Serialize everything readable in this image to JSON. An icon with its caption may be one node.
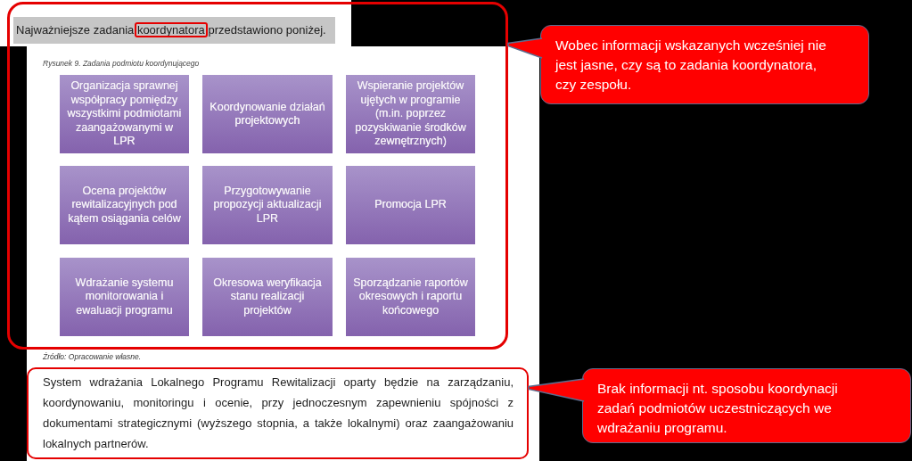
{
  "diagram": {
    "nodes": [
      {
        "text": [],
        "shape": "box"
      },
      {
        "text": [
          "Najważniejsze zadania koordynatora przedstawiono poniżej."
        ],
        "in": 0
      },
      {
        "text": [
          "Organizacja sprawnej współpracy pomiędzy wszystkimi podmiotami zaangażowanymi w LPR"
        ],
        "in": 0
      },
      {
        "text": [
          "Koordynowanie działań projektowych"
        ],
        "in": 0
      },
      {
        "text": [
          "Wspieranie projektów ujętych w programie (m.in. poprzez pozyskiwanie środków zewnętrznych)"
        ],
        "in": 0
      },
      {
        "text": [
          "Ocena projektów rewitalizacyjnych pod kątem osiągania celów"
        ],
        "in": 0
      },
      {
        "text": [
          "Przygotowywanie propozycji aktualizacji LPR"
        ],
        "in": 0
      },
      {
        "text": [
          "Promocja LPR"
        ],
        "in": 0
      },
      {
        "text": [
          "Wdrażanie systemu monitorowania i ewaluacji programu"
        ],
        "in": 0
      },
      {
        "text": [
          "Okresowa weryfikacja stanu realizacji projektów"
        ],
        "in": 0
      },
      {
        "text": [
          "Sporządzanie raportów okresowych i raportu końcowego"
        ],
        "in": 0
      },
      {
        "text": [
          "System wdrażania Lokalnego Programu Rewitalizacji oparty będzie na zarządzaniu, koordynowaniu, monitoringu i ocenie, przy jednoczesnym zapewnieniu spójności z dokumentami strategicznymi (wyższego stopnia, a także lokalnymi) oraz zaangażowaniu lokalnych partnerów."
        ]
      },
      {
        "text": [
          "Wobec informacji wskazanych wcześniej nie jest jasne, czy są to zadania koordynatora, czy zespołu."
        ]
      },
      {
        "text": [
          "Brak informacji nt. sposobu koordynacji zadań podmiotów uczestniczących we wdrażaniu programu."
        ]
      }
    ],
    "edges": [
      {
        "from": 12,
        "to": 0,
        "arrow": "to"
      },
      {
        "from": 13,
        "to": 11,
        "arrow": "to"
      }
    ],
    "labels": [
      "Rysunek 9. Zadania podmiotu koordynującego",
      "Źródło: Opracowanie własne."
    ]
  }
}
